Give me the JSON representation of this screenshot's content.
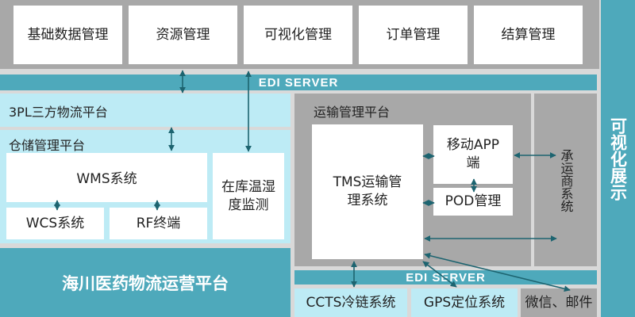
{
  "top_modules": [
    {
      "label": "基础数据管理"
    },
    {
      "label": "资源管理"
    },
    {
      "label": "可视化管理"
    },
    {
      "label": "订单管理"
    },
    {
      "label": "结算管理"
    }
  ],
  "edi_server_top": {
    "label": "EDI SERVER"
  },
  "edi_server_bottom": {
    "label": "EDI SERVER"
  },
  "tpl_platform": {
    "label": "3PL三方物流平台"
  },
  "warehouse_platform": {
    "label": "仓储管理平台",
    "wms": "WMS系统",
    "wcs": "WCS系统",
    "rf": "RF终端",
    "temp_monitor": "在库温湿度监测"
  },
  "operation_platform": {
    "label": "海川医药物流运营平台"
  },
  "transport_platform": {
    "label": "运输管理平台",
    "tms": "TMS运输管理系统",
    "mobile_app": "移动APP端",
    "pod": "POD管理"
  },
  "carrier_system": {
    "label": "承运商系统"
  },
  "visualization": {
    "label": "可视化展示"
  },
  "bottom_systems": [
    {
      "label": "CCTS冷链系统"
    },
    {
      "label": "GPS定位系统"
    },
    {
      "label": "微信、邮件"
    }
  ],
  "colors": {
    "teal": "#4ea9bb",
    "light_blue": "#bdebf5",
    "gray": "#a8a8a8",
    "arrow": "#1d6470"
  }
}
